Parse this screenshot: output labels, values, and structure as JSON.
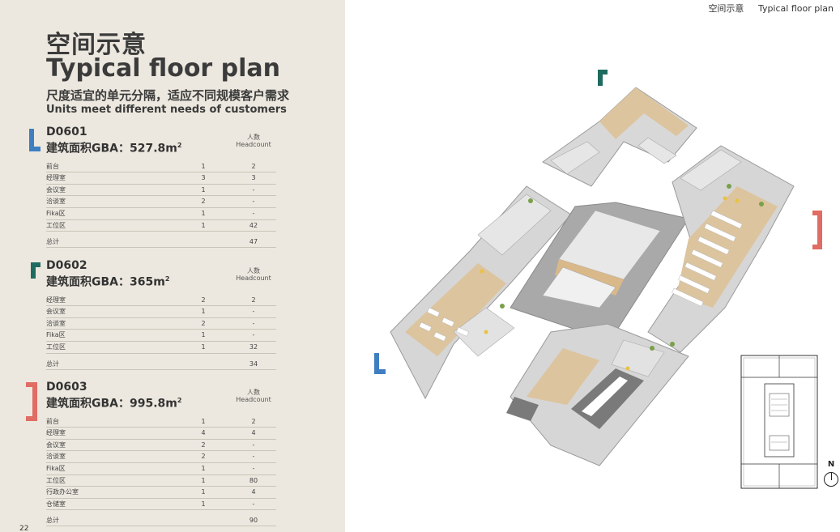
{
  "header": {
    "title_cn": "空间示意",
    "title_en": "Typical floor plan"
  },
  "main": {
    "title_cn": "空间示意",
    "title_en": "Typical floor plan",
    "subtitle_cn": "尺度适宜的单元分隔，适应不同规模客户需求",
    "subtitle_en": "Units meet different needs of customers"
  },
  "headcount_label_cn": "人数",
  "headcount_label_en": "Headcount",
  "units": [
    {
      "code": "D0601",
      "gba_label": "建筑面积GBA：",
      "gba_value": "527.8",
      "gba_unit": "m",
      "gba_sup": "2",
      "color": "#3f7fc1",
      "rows": [
        {
          "name": "前台",
          "count": "1",
          "hc": "2"
        },
        {
          "name": "经理室",
          "count": "3",
          "hc": "3"
        },
        {
          "name": "会议室",
          "count": "1",
          "hc": "-"
        },
        {
          "name": "洽谈室",
          "count": "2",
          "hc": "-"
        },
        {
          "name": "Fika区",
          "count": "1",
          "hc": "-"
        },
        {
          "name": "工位区",
          "count": "1",
          "hc": "42"
        }
      ],
      "total_label": "总计",
      "total": "47"
    },
    {
      "code": "D0602",
      "gba_label": "建筑面积GBA：",
      "gba_value": "365",
      "gba_unit": "m",
      "gba_sup": "2",
      "color": "#1f6b5f",
      "rows": [
        {
          "name": "经理室",
          "count": "2",
          "hc": "2"
        },
        {
          "name": "会议室",
          "count": "1",
          "hc": "-"
        },
        {
          "name": "洽谈室",
          "count": "2",
          "hc": "-"
        },
        {
          "name": "Fika区",
          "count": "1",
          "hc": "-"
        },
        {
          "name": "工位区",
          "count": "1",
          "hc": "32"
        }
      ],
      "total_label": "总计",
      "total": "34"
    },
    {
      "code": "D0603",
      "gba_label": "建筑面积GBA：",
      "gba_value": "995.8",
      "gba_unit": "m",
      "gba_sup": "2",
      "color": "#e06c63",
      "rows": [
        {
          "name": "前台",
          "count": "1",
          "hc": "2"
        },
        {
          "name": "经理室",
          "count": "4",
          "hc": "4"
        },
        {
          "name": "会议室",
          "count": "2",
          "hc": "-"
        },
        {
          "name": "洽谈室",
          "count": "2",
          "hc": "-"
        },
        {
          "name": "Fika区",
          "count": "1",
          "hc": "-"
        },
        {
          "name": "工位区",
          "count": "1",
          "hc": "80"
        },
        {
          "name": "行政办公室",
          "count": "1",
          "hc": "4"
        },
        {
          "name": "仓储室",
          "count": "1",
          "hc": "-"
        }
      ],
      "total_label": "总计",
      "total": "90"
    }
  ],
  "compass": {
    "label": "N"
  },
  "page_number": "22",
  "colors": {
    "panel_bg": "#ece8df",
    "blue": "#3f7fc1",
    "teal": "#1f6b5f",
    "red": "#e06c63",
    "floor_wood": "#d9b88a",
    "wall_gray": "#c9c9c9"
  }
}
